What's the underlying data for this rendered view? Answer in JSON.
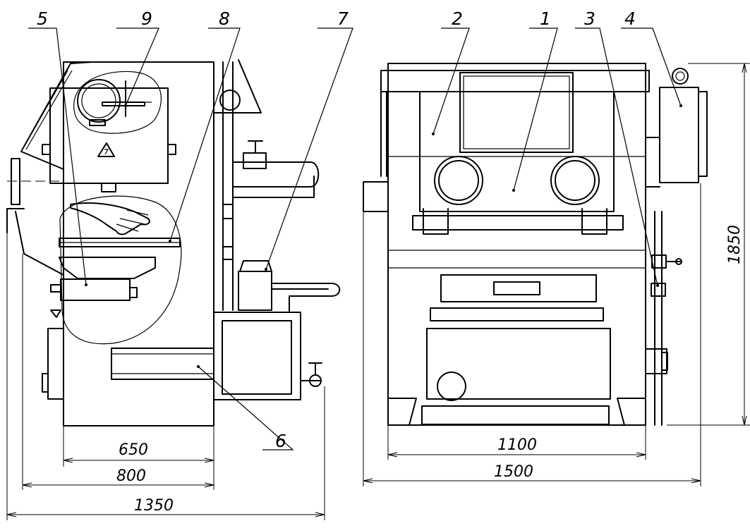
{
  "figure": {
    "callouts": [
      "5",
      "9",
      "8",
      "7",
      "6",
      "2",
      "1",
      "3",
      "4"
    ],
    "dimensions": {
      "w650": "650",
      "w800": "800",
      "w1350": "1350",
      "w1100": "1100",
      "w1500": "1500",
      "h1850": "1850"
    },
    "hazard_symbol": "high-voltage-icon"
  }
}
